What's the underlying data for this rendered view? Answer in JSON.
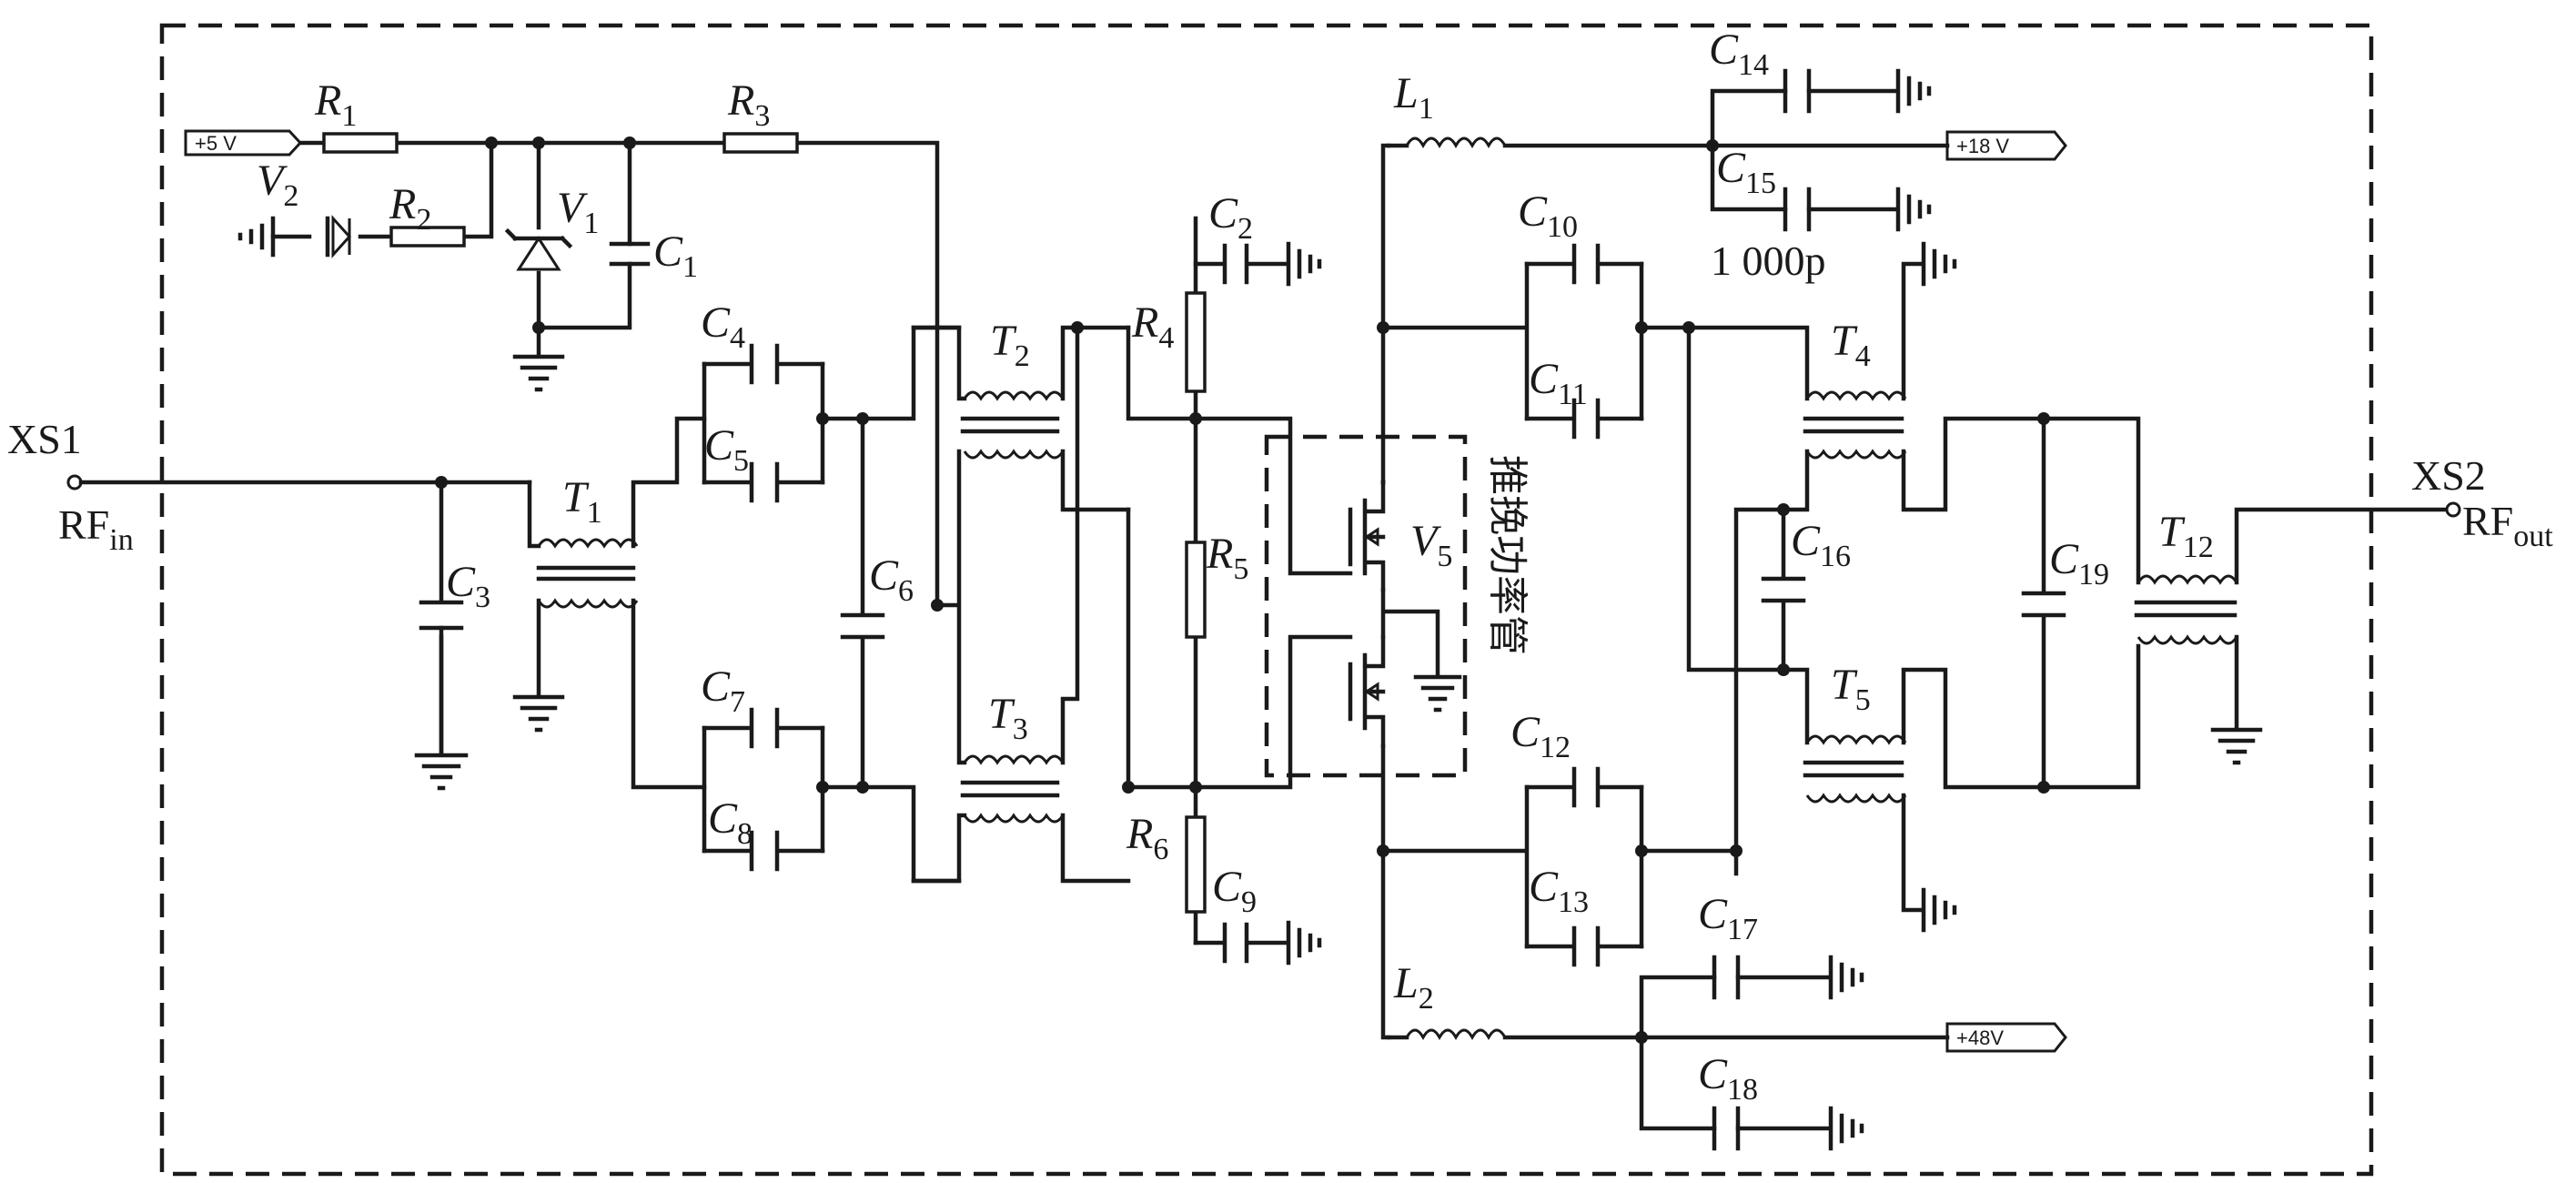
{
  "terminals": {
    "input_name": "XS1",
    "input_signal": "RF",
    "input_signal_sub": "in",
    "output_name": "XS2",
    "output_signal": "RF",
    "output_signal_sub": "out"
  },
  "supplies": {
    "plus5v": "+5 V",
    "plus18v": "+18 V",
    "plus48v": "+48V"
  },
  "component_letters": {
    "resistor": "R",
    "capacitor": "C",
    "transformer": "T",
    "inductor": "L",
    "diode": "V"
  },
  "components": {
    "R1": "1",
    "R2": "2",
    "R3": "3",
    "R4": "4",
    "R5": "5",
    "R6": "6",
    "C1": "1",
    "C2": "2",
    "C3": "3",
    "C4": "4",
    "C5": "5",
    "C6": "6",
    "C7": "7",
    "C8": "8",
    "C9": "9",
    "C10": "10",
    "C11": "11",
    "C12": "12",
    "C13": "13",
    "C14": "14",
    "C15": "15",
    "C16": "16",
    "C17": "17",
    "C18": "18",
    "C19": "19",
    "T1": "1",
    "T2": "2",
    "T3": "3",
    "T4": "4",
    "T5": "5",
    "T12": "12",
    "L1": "1",
    "L2": "2",
    "V1": "1",
    "V2": "2",
    "V5": "5"
  },
  "c15_value": "1 000p",
  "pushpull_label": "推挽功率管",
  "ground_symbol": "ground-icon",
  "colors": {
    "ink": "#1a1a1a",
    "background": "#ffffff"
  }
}
